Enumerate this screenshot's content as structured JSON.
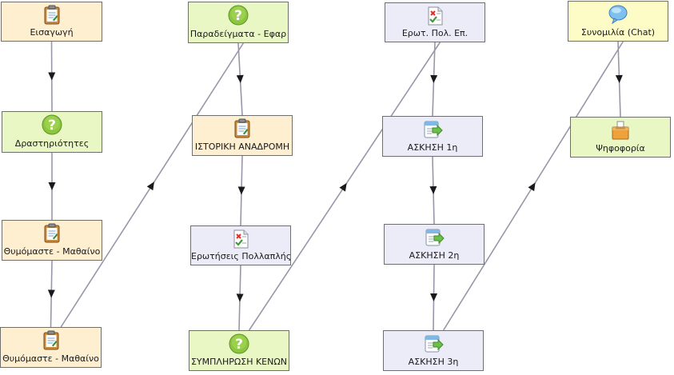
{
  "diagram": {
    "colors": {
      "info_bg": "#fdefcf",
      "activity_bg": "#e9f7c4",
      "test_bg": "#ececf8",
      "chat_bg": "#fdfbc6",
      "edge": "#9a96a8",
      "arrow": "#1a1a1a"
    },
    "nodes": [
      {
        "id": "n1",
        "label": "Εισαγωγή",
        "icon": "notepad-icon"
      },
      {
        "id": "n2",
        "label": "Δραστηριότητες",
        "icon": "question-icon"
      },
      {
        "id": "n3",
        "label": "Θυμόμαστε - Μαθαίνο",
        "icon": "notepad-icon"
      },
      {
        "id": "n4",
        "label": "Θυμόμαστε - Μαθαίνο",
        "icon": "notepad-icon"
      },
      {
        "id": "n5",
        "label": "Παραδείγματα - Εφαρ",
        "icon": "question-icon"
      },
      {
        "id": "n6",
        "label": "ΙΣΤΟΡΙΚΗ ΑΝΑΔΡΟΜΗ",
        "icon": "notepad-icon"
      },
      {
        "id": "n7",
        "label": "Ερωτήσεις Πολλαπλής",
        "icon": "multiple-choice-icon"
      },
      {
        "id": "n8",
        "label": "ΣΥΜΠΛΗΡΩΣΗ ΚΕΝΩΝ",
        "icon": "question-icon"
      },
      {
        "id": "n9",
        "label": "Ερωτ. Πολ. Επ.",
        "icon": "multiple-choice-icon"
      },
      {
        "id": "n10",
        "label": "ΑΣΚΗΣΗ 1η",
        "icon": "exercise-icon"
      },
      {
        "id": "n11",
        "label": "ΑΣΚΗΣΗ 2η",
        "icon": "exercise-icon"
      },
      {
        "id": "n12",
        "label": "ΑΣΚΗΣΗ 3η",
        "icon": "exercise-icon"
      },
      {
        "id": "n13",
        "label": "Συνομιλία (Chat)",
        "icon": "chat-bubble-icon"
      },
      {
        "id": "n14",
        "label": "Ψηφοφορία",
        "icon": "ballot-box-icon"
      }
    ],
    "edges": [
      [
        "n1",
        "n2"
      ],
      [
        "n2",
        "n3"
      ],
      [
        "n3",
        "n4"
      ],
      [
        "n4",
        "n5"
      ],
      [
        "n5",
        "n6"
      ],
      [
        "n6",
        "n7"
      ],
      [
        "n7",
        "n8"
      ],
      [
        "n8",
        "n9"
      ],
      [
        "n9",
        "n10"
      ],
      [
        "n10",
        "n11"
      ],
      [
        "n11",
        "n12"
      ],
      [
        "n12",
        "n13"
      ],
      [
        "n13",
        "n14"
      ]
    ]
  }
}
